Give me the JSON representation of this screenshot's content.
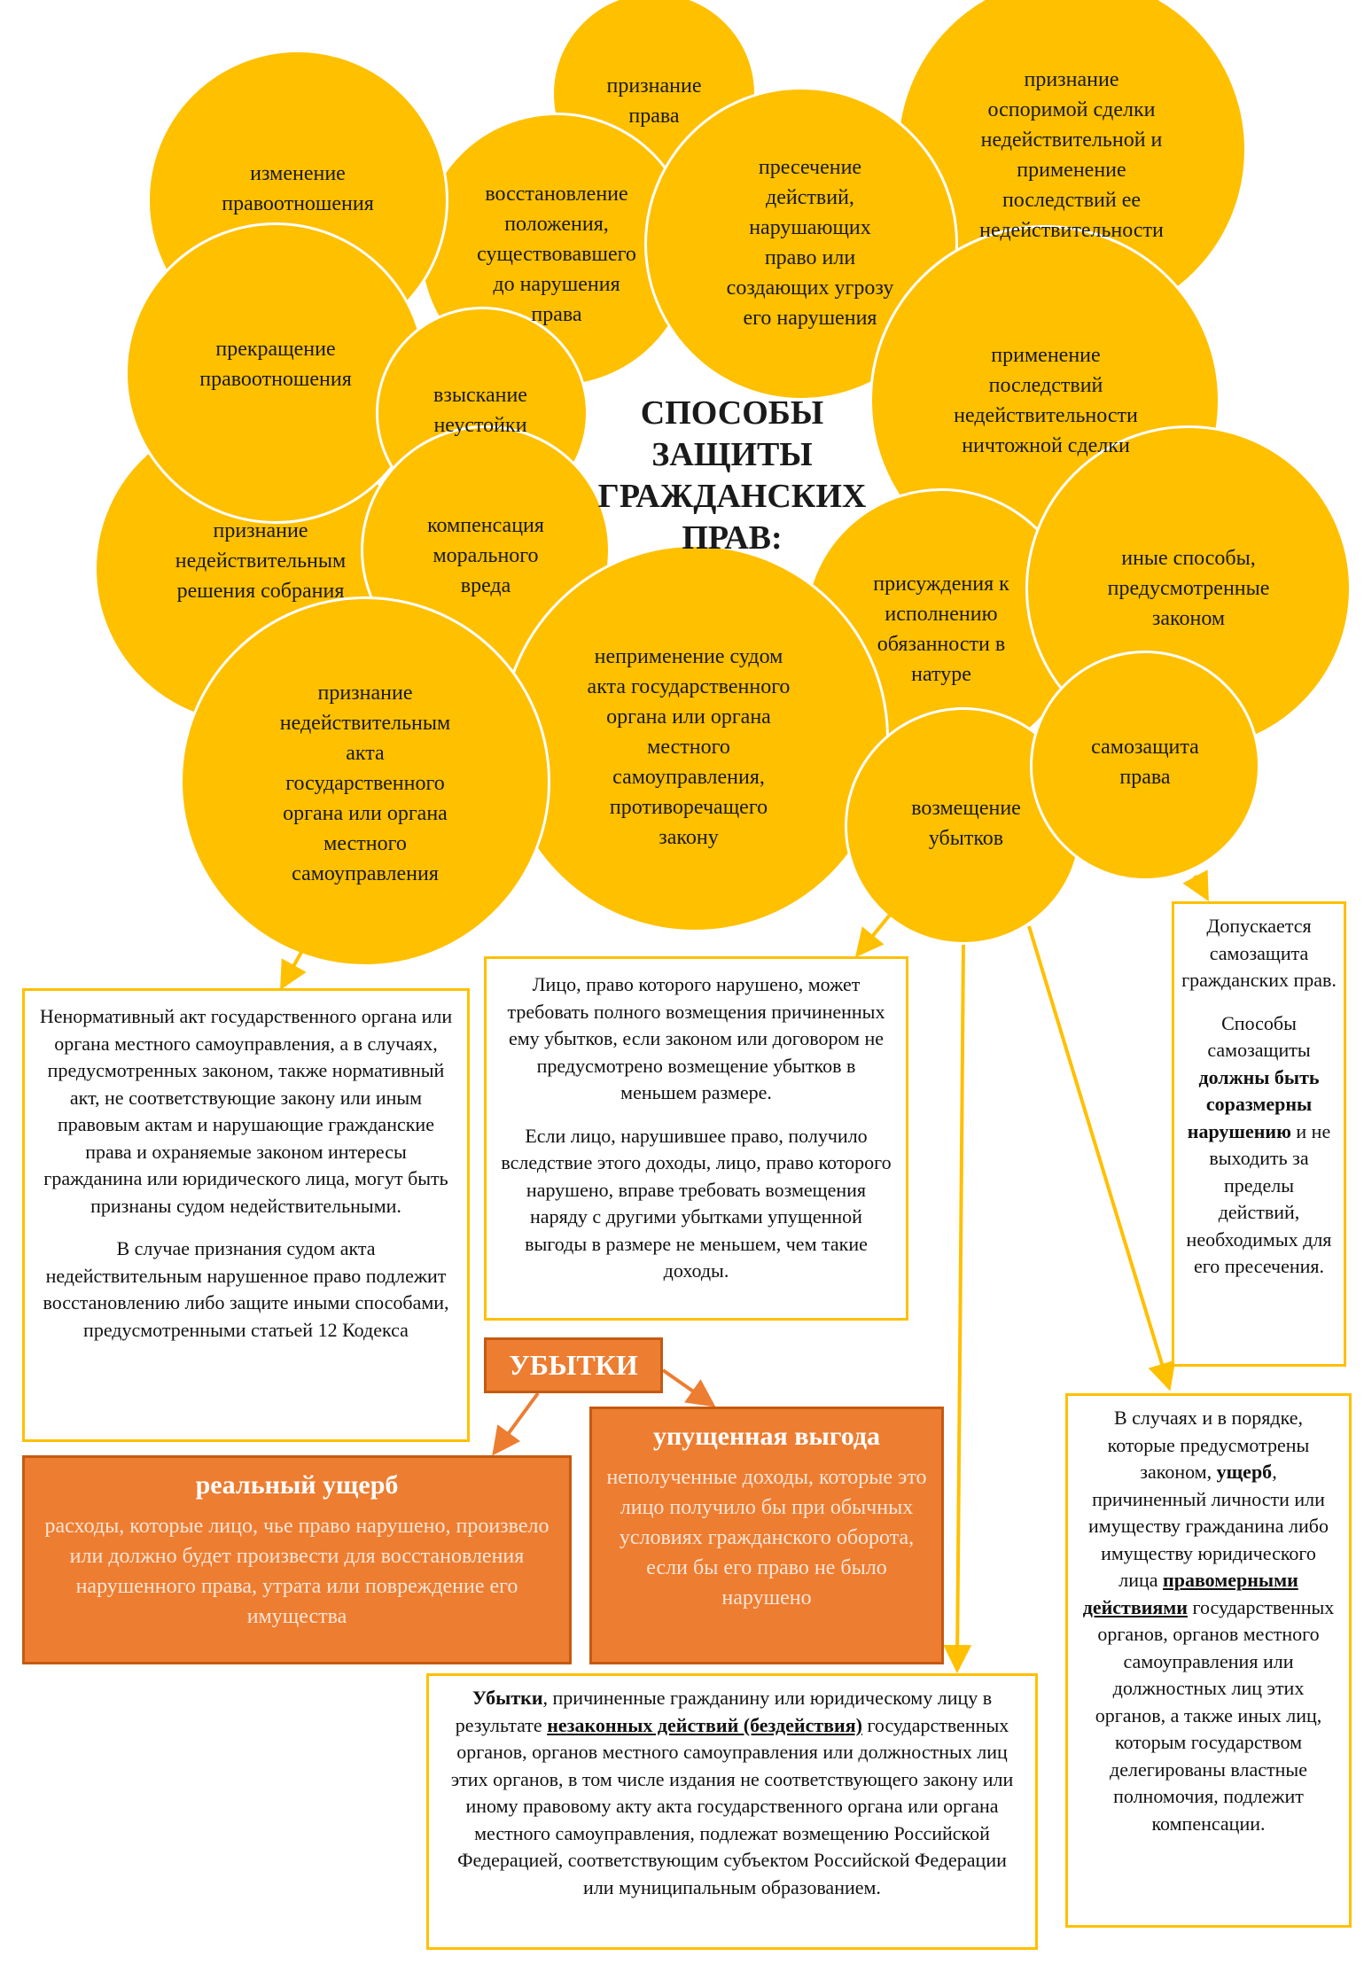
{
  "title": "СПОСОБЫ\nЗАЩИТЫ\nГРАЖДАНСКИХ\nПРАВ:",
  "colors": {
    "circle": "#FFC000",
    "orange": "#ED7D31",
    "box_border": "#FFC000"
  },
  "circles": {
    "recognition_right": "признание\nправа",
    "change_relation": "изменение\nправоотношения",
    "restoration": "восстановление\nположения,\nсуществовавшего\nдо нарушения\nправа",
    "suppression": "пресечение\nдействий,\nнарушающих\nправо или\nсоздающих угрозу\nего нарушения",
    "voidable_deal": "признание\nоспоримой сделки\nнедействительной и\nприменение\nпоследствий ее\nнедействительности",
    "termination": "прекращение\nправоотношения",
    "penalty": "взыскание\nнеустойки",
    "void_deal": "применение\nпоследствий\nнедействительности\nничтожной сделки",
    "meeting_decision": "признание\nнедействительным\nрешения собрания",
    "moral_damage": "компенсация\nморального\nвреда",
    "performance": "присуждения к\nисполнению\nобязанности в\nнатуре",
    "other_ways": "иные способы,\nпредусмотренные\nзаконом",
    "non_application": "неприменение судом\nакта государственного\nоргана или органа\nместного\nсамоуправления,\nпротиворечащего\nзакону",
    "invalid_act": "признание\nнедействительным\nакта\nгосударственного\nоргана или органа\nместного\nсамоуправления",
    "damages": "возмещение\nубытков",
    "self_defense": "самозащита\nправа"
  },
  "boxes": {
    "invalid_act": {
      "p1": "Ненормативный акт государственного органа или органа местного самоуправления, а в случаях, предусмотренных законом, также нормативный акт, не соответствующие закону или иным правовым актам и нарушающие гражданские права и охраняемые законом интересы гражданина или юридического лица, могут быть признаны судом недействительными.",
      "p2": "В случае признания судом акта недействительным нарушенное право подлежит восстановлению либо защите иными способами, предусмотренными статьей 12 Кодекса"
    },
    "damages": {
      "p1": "Лицо, право которого нарушено, может требовать полного возмещения причиненных ему убытков, если законом или договором не предусмотрено возмещение убытков в меньшем размере.",
      "p2": "Если лицо, нарушившее право, получило вследствие этого доходы, лицо, право которого нарушено, вправе требовать возмещения наряду с другими убытками упущенной выгоды в размере не меньшем, чем такие доходы."
    },
    "self_defense": {
      "p1": "Допускается самозащита гражданских прав.",
      "p2_a": "Способы самозащиты ",
      "p2_bold": "должны быть соразмерны нарушению",
      "p2_b": " и не выходить за пределы действий, необходимых для его пресечения."
    },
    "lawful": {
      "a": "В случаях и в порядке, которые предусмотрены законом, ",
      "bold": "ущерб",
      "b": ", причиненный личности или имуществу гражданина либо имуществу юридического лица ",
      "bold_u": "правомерными действиями",
      "c": " государственных органов, органов местного самоуправления или должностных лиц этих органов, а также иных лиц, которым государством делегированы властные полномочия, подлежит компенсации."
    },
    "unlawful": {
      "bold": "Убытки",
      "a": ", причиненные гражданину или юридическому лицу в результате ",
      "bold_u": "незаконных действий (бездействия)",
      "b": " государственных органов, органов местного самоуправления или должностных лиц этих органов, в том числе издания не соответствующего закону или иному правовому акту акта государственного органа или органа местного самоуправления, подлежат возмещению Российской Федерацией, соответствующим субъектом Российской Федерации или муниципальным образованием."
    }
  },
  "losses": {
    "label": "УБЫТКИ",
    "real": {
      "title": "реальный ущерб",
      "text": "расходы, которые лицо, чье право нарушено, произвело или должно будет произвести для восстановления нарушенного права, утрата или повреждение его имущества"
    },
    "lost": {
      "title": "упущенная выгода",
      "text": "неполученные доходы, которые это лицо получило бы при обычных условиях гражданского оборота, если бы его право не было нарушено"
    }
  }
}
